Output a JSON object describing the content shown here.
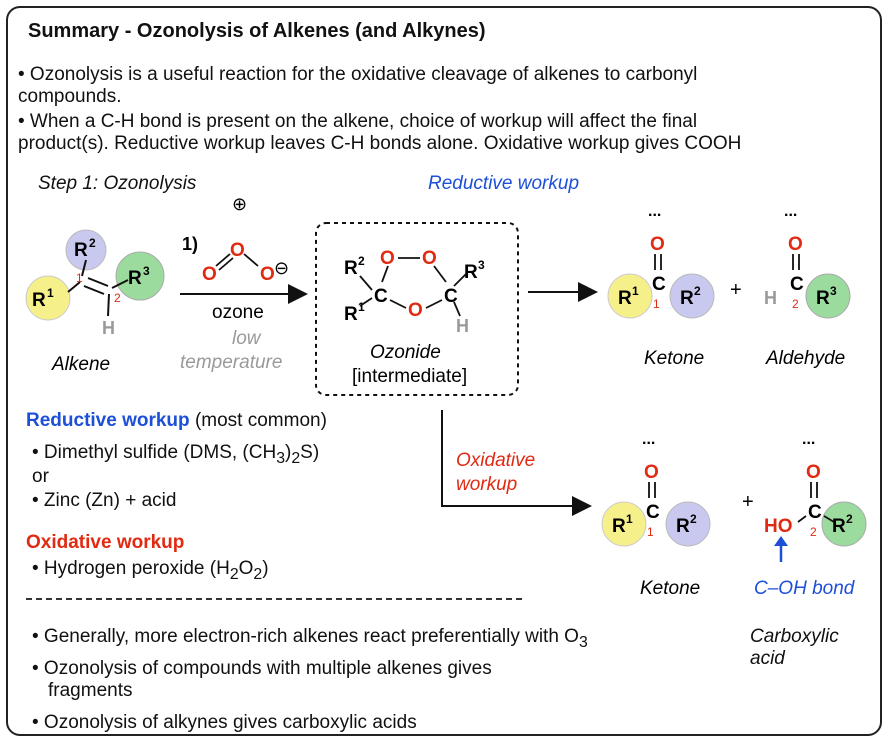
{
  "title": "Summary - Ozonolysis of Alkenes (and Alkynes)",
  "intro": {
    "bullet1_line1": "• Ozonolysis is a useful reaction for the oxidative cleavage of alkenes to carbonyl",
    "bullet1_line2": "compounds.",
    "bullet2_line1": "• When a C-H bond is present on the alkene, choice of workup will affect the final",
    "bullet2_line2": "product(s). Reductive workup leaves C-H bonds alone. Oxidative workup gives COOH"
  },
  "step1": "Step 1: Ozonolysis",
  "reductive_header": "Reductive workup",
  "reagent": {
    "step": "1)",
    "name": "ozone",
    "cond1": "low",
    "cond2": "temperature"
  },
  "ozonide": {
    "name": "Ozonide",
    "note": "[intermediate]"
  },
  "labels": {
    "alkene": "Alkene",
    "ketone": "Ketone",
    "aldehyde": "Aldehyde",
    "ketone2": "Ketone",
    "carboxylic1": "Carboxylic",
    "carboxylic2": "acid",
    "coh_bond": "C–OH bond",
    "oxidative_arrow1": "Oxidative",
    "oxidative_arrow2": "workup"
  },
  "atoms": {
    "R": "R",
    "one": "1",
    "two": "2",
    "three": "3",
    "C": "C",
    "H": "H",
    "O": "O",
    "HO": "HO",
    "plus": "+",
    "oplus": "⊕",
    "ominus": "⊖",
    "lone": "..."
  },
  "reductive_section": {
    "header": "Reductive workup",
    "header_note": "(most common)",
    "item1": "• Dimethyl sulfide (DMS, (CH",
    "item1_sub1": "3",
    "item1_mid": ")",
    "item1_sub2": "2",
    "item1_end": "S)",
    "or": "or",
    "item2": "• Zinc (Zn) + acid"
  },
  "oxidative_section": {
    "header": "Oxidative workup",
    "item1": "• Hydrogen peroxide (H",
    "item1_sub1": "2",
    "item1_mid": "O",
    "item1_sub2": "2",
    "item1_end": ")"
  },
  "notes": {
    "n1": "• Generally, more electron-rich alkenes react preferentially with O",
    "n1_sub": "3",
    "n2_line1": "• Ozonolysis of compounds with multiple alkenes gives",
    "n2_line2": "fragments",
    "n3": "• Ozonolysis of alkynes gives carboxylic acids"
  },
  "colors": {
    "yellow": "#f6f08a",
    "purple": "#c9c9ef",
    "green": "#9bdc9e",
    "blue": "#1d4fd8",
    "red": "#e02a12",
    "gray": "#9a9a9a"
  }
}
